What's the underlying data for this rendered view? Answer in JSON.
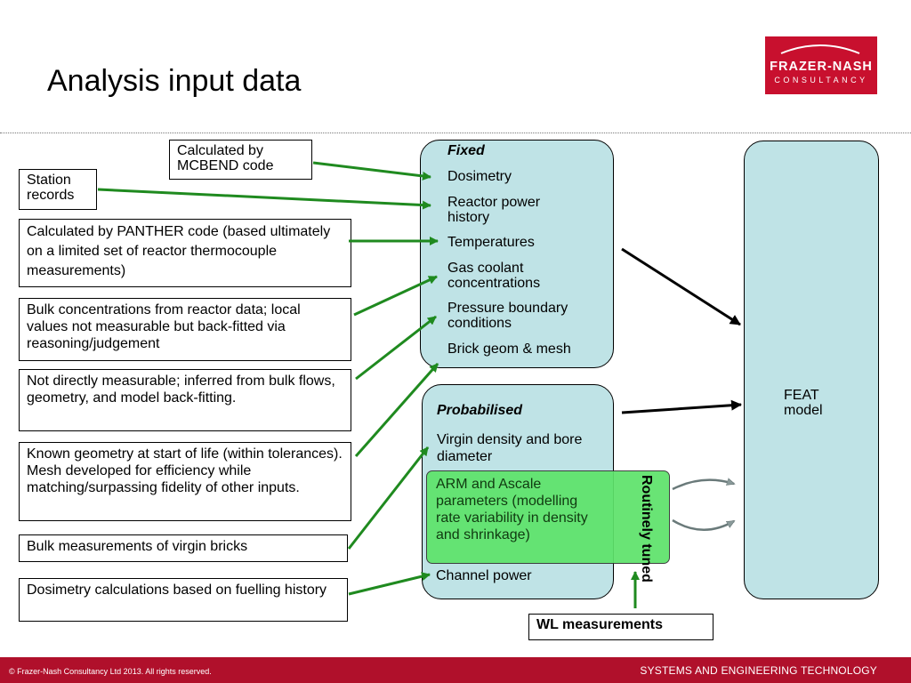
{
  "title": "Analysis input data",
  "logo": {
    "line1": "FRAZER-NASH",
    "line2": "CONSULTANCY"
  },
  "sources": [
    "Calculated by MCBEND code",
    "Station records",
    "Calculated by PANTHER code (based ultimately on a limited set of reactor thermocouple measurements)",
    "Bulk concentrations from reactor data; local values not measurable but back-fitted via reasoning/judgement",
    "Not directly measurable; inferred from bulk flows, geometry, and model back-fitting.",
    "Known geometry at start of life (within tolerances).  Mesh developed for efficiency while matching/surpassing fidelity of other inputs.",
    "Bulk measurements of virgin bricks",
    "Dosimetry calculations based on fuelling history"
  ],
  "fixed": {
    "header": "Fixed",
    "items": [
      "Dosimetry",
      "Reactor power history",
      "Temperatures",
      "Gas coolant concentrations",
      "Pressure boundary conditions",
      "Brick geom & mesh"
    ]
  },
  "probabilised": {
    "header": "Probabilised",
    "items": [
      "Virgin density and bore diameter",
      "ARM and Ascale parameters (modelling rate variability in density and shrinkage)",
      "Channel power"
    ]
  },
  "routinely_tuned": "Routinely tuned",
  "wl_measurements": "WL measurements",
  "feat_model": "FEAT model",
  "footer": {
    "copyright": "© Frazer-Nash Consultancy Ltd 2013.  All rights reserved.",
    "tagline": "SYSTEMS AND ENGINEERING TECHNOLOGY"
  },
  "colors": {
    "arrow_green": "#2e8b2e",
    "panel_fill": "#bfe3e6",
    "tuned_fill": "#5ee36b",
    "brand_red": "#c8102e"
  }
}
